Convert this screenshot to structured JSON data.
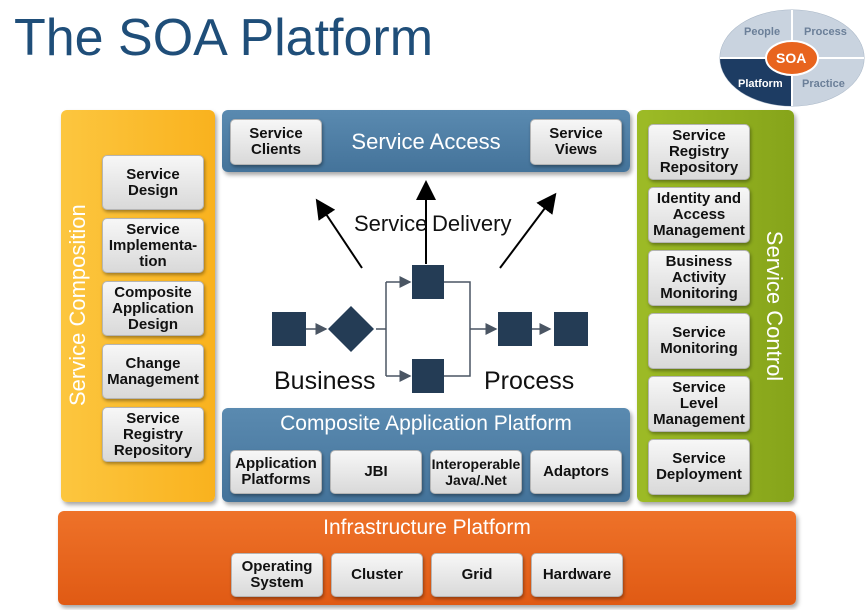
{
  "title": "The SOA Platform",
  "logo": {
    "center": "SOA",
    "q1": "People",
    "q2": "Process",
    "q3": "Platform",
    "q4": "Practice"
  },
  "composition": {
    "label": "Service Composition",
    "items": [
      "Service\nDesign",
      "Service\nImplementa-\ntion",
      "Composite\nApplication\nDesign",
      "Change\nManagement",
      "Service\nRegistry\nRepository"
    ]
  },
  "access": {
    "label": "Service Access",
    "left": "Service\nClients",
    "right": "Service\nViews"
  },
  "delivery": {
    "label1": "Service",
    "label2": "Delivery"
  },
  "process": {
    "word1": "Business",
    "word2": "Process"
  },
  "composite": {
    "label": "Composite Application Platform",
    "items": [
      "Application\nPlatforms",
      "JBI",
      "Interoperable\nJava/.Net",
      "Adaptors"
    ]
  },
  "control": {
    "label": "Service Control",
    "items": [
      "Service\nRegistry\nRepository",
      "Identity and\nAccess\nManagement",
      "Business\nActivity\nMonitoring",
      "Service\nMonitoring",
      "Service\nLevel\nManagement",
      "Service\nDeployment"
    ]
  },
  "infrastructure": {
    "label": "Infrastructure Platform",
    "items": [
      "Operating\nSystem",
      "Cluster",
      "Grid",
      "Hardware"
    ]
  },
  "colors": {
    "yellow": "#fbb82b",
    "green": "#8dab1d",
    "blue": "#4f7ea1",
    "orange": "#e8621c",
    "node": "#243c55",
    "title": "#1f4e79"
  }
}
